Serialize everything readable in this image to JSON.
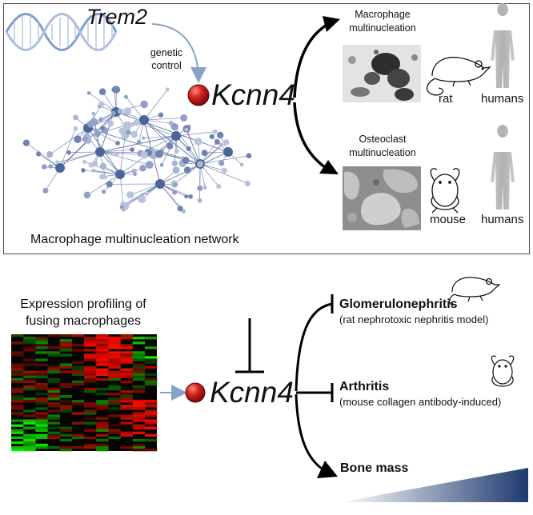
{
  "top_panel": {
    "gene_label": "Trem2",
    "genetic_control_label": "genetic\ncontrol",
    "kcnn4_label": "Kcnn4",
    "network_caption": "Macrophage multinucleation network",
    "branch_macrophage": {
      "title": "Macrophage\nmultinucleation",
      "species": [
        "rat",
        "humans"
      ]
    },
    "branch_osteoclast": {
      "title": "Osteoclast\nmultinucleation",
      "species": [
        "mouse",
        "humans"
      ]
    }
  },
  "bottom_panel": {
    "profiling_label": "Expression profiling of\nfusing macrophages",
    "kcnn4_label": "Kcnn4",
    "outcomes": [
      {
        "title": "Glomerulonephritis",
        "detail": "(rat nephrotoxic nephritis model)"
      },
      {
        "title": "Arthritis",
        "detail": "(mouse collagen antibody-induced)"
      },
      {
        "title": "Bone mass",
        "detail": ""
      }
    ]
  },
  "colors": {
    "node_red": "#c0151b",
    "network_blue": "#5f74a6",
    "dna_blue": "#6f8fc4",
    "gradient_dark": "#1f3a6e",
    "heatmap_red": "#e01010",
    "heatmap_green": "#22c020"
  }
}
